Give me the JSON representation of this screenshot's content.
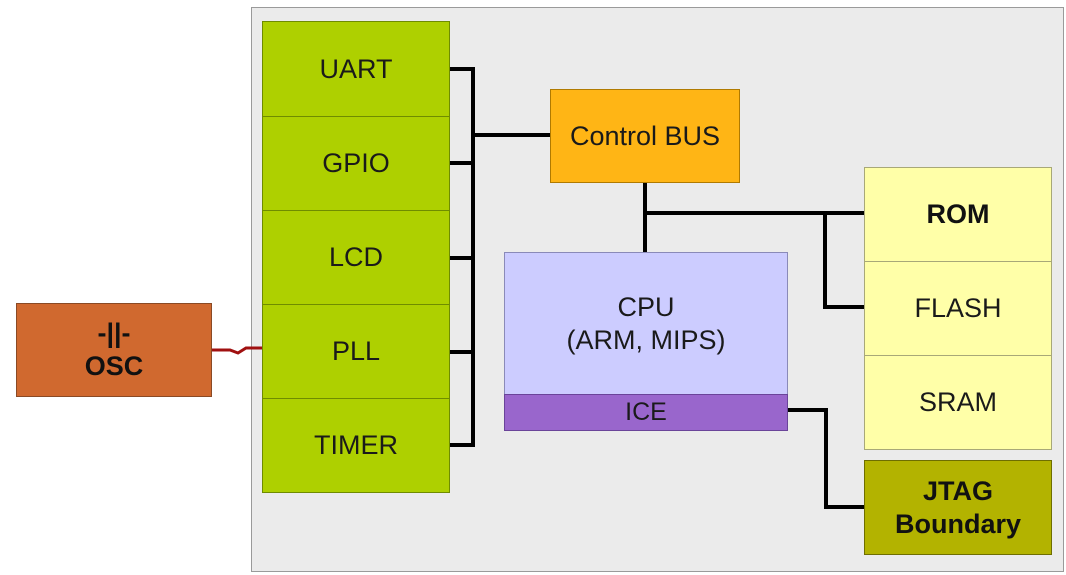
{
  "colors": {
    "chip_background": "#ebebeb",
    "peripheral": "#aed000",
    "control_bus": "#ffb515",
    "cpu": "#ccccff",
    "ice": "#9966cc",
    "memory": "#ffffa8",
    "jtag": "#b3b300",
    "osc": "#d0692f",
    "osc_wire": "#a01010",
    "bus_wire": "#000000"
  },
  "osc": {
    "symbol": "-||-",
    "label": "OSC"
  },
  "peripherals": [
    "UART",
    "GPIO",
    "LCD",
    "PLL",
    "TIMER"
  ],
  "control_bus": {
    "label": "Control BUS"
  },
  "cpu": {
    "line1": "CPU",
    "line2": "(ARM, MIPS)"
  },
  "ice": {
    "label": "ICE"
  },
  "memory": [
    "ROM",
    "FLASH",
    "SRAM"
  ],
  "jtag": {
    "line1": "JTAG",
    "line2": "Boundary"
  }
}
